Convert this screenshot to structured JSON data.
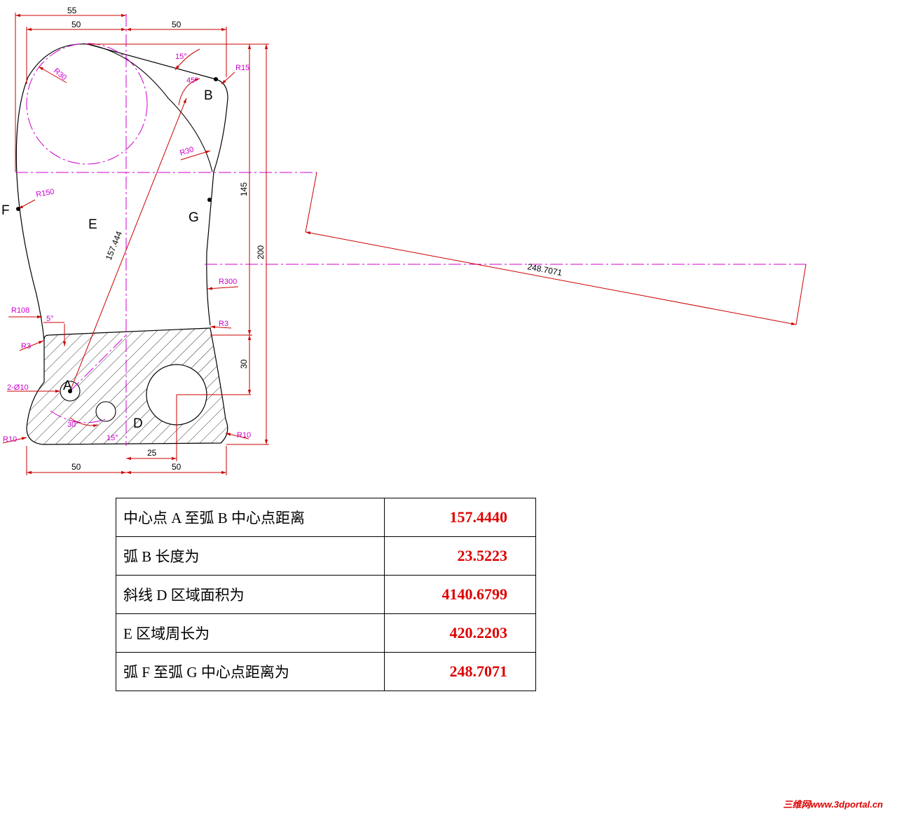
{
  "drawing": {
    "dims": {
      "d55": "55",
      "d50_top_left": "50",
      "d50_top_right": "50",
      "d50_bottom_left": "50",
      "d50_bottom_right": "50",
      "d25": "25",
      "d145": "145",
      "d200": "200",
      "d30": "30",
      "d157": "157.444",
      "d248": "248.7071"
    },
    "annotations": {
      "r30_top": "R30",
      "r15": "R15",
      "a15_top": "15°",
      "a45": "45°",
      "r30_mid": "R30",
      "r150": "R150",
      "r300": "R300",
      "r108": "R108",
      "a5": "5°",
      "r3_left": "R3",
      "r3_right": "R3",
      "holes": "2-Ø10",
      "r10_left": "R10",
      "r10_right": "R10",
      "a30": "30°",
      "a15_bottom": "15°"
    },
    "labels": {
      "A": "A",
      "B": "B",
      "D": "D",
      "E": "E",
      "F": "F",
      "G": "G"
    }
  },
  "table": {
    "rows": [
      {
        "label": "中心点 A 至弧 B 中心点距离",
        "value": "157.4440"
      },
      {
        "label": "弧 B 长度为",
        "value": "23.5223"
      },
      {
        "label": "斜线 D 区域面积为",
        "value": "4140.6799"
      },
      {
        "label": "E 区域周长为",
        "value": "420.2203"
      },
      {
        "label": "弧 F 至弧 G 中心点距离为",
        "value": "248.7071"
      }
    ],
    "value_color": "#dd0000"
  },
  "watermark": {
    "text": "三维网www.3dportal.cn",
    "color": "#dd0000"
  },
  "colors": {
    "outline": "#000000",
    "dimension": "#cc0000",
    "centerline": "#cc00cc"
  }
}
